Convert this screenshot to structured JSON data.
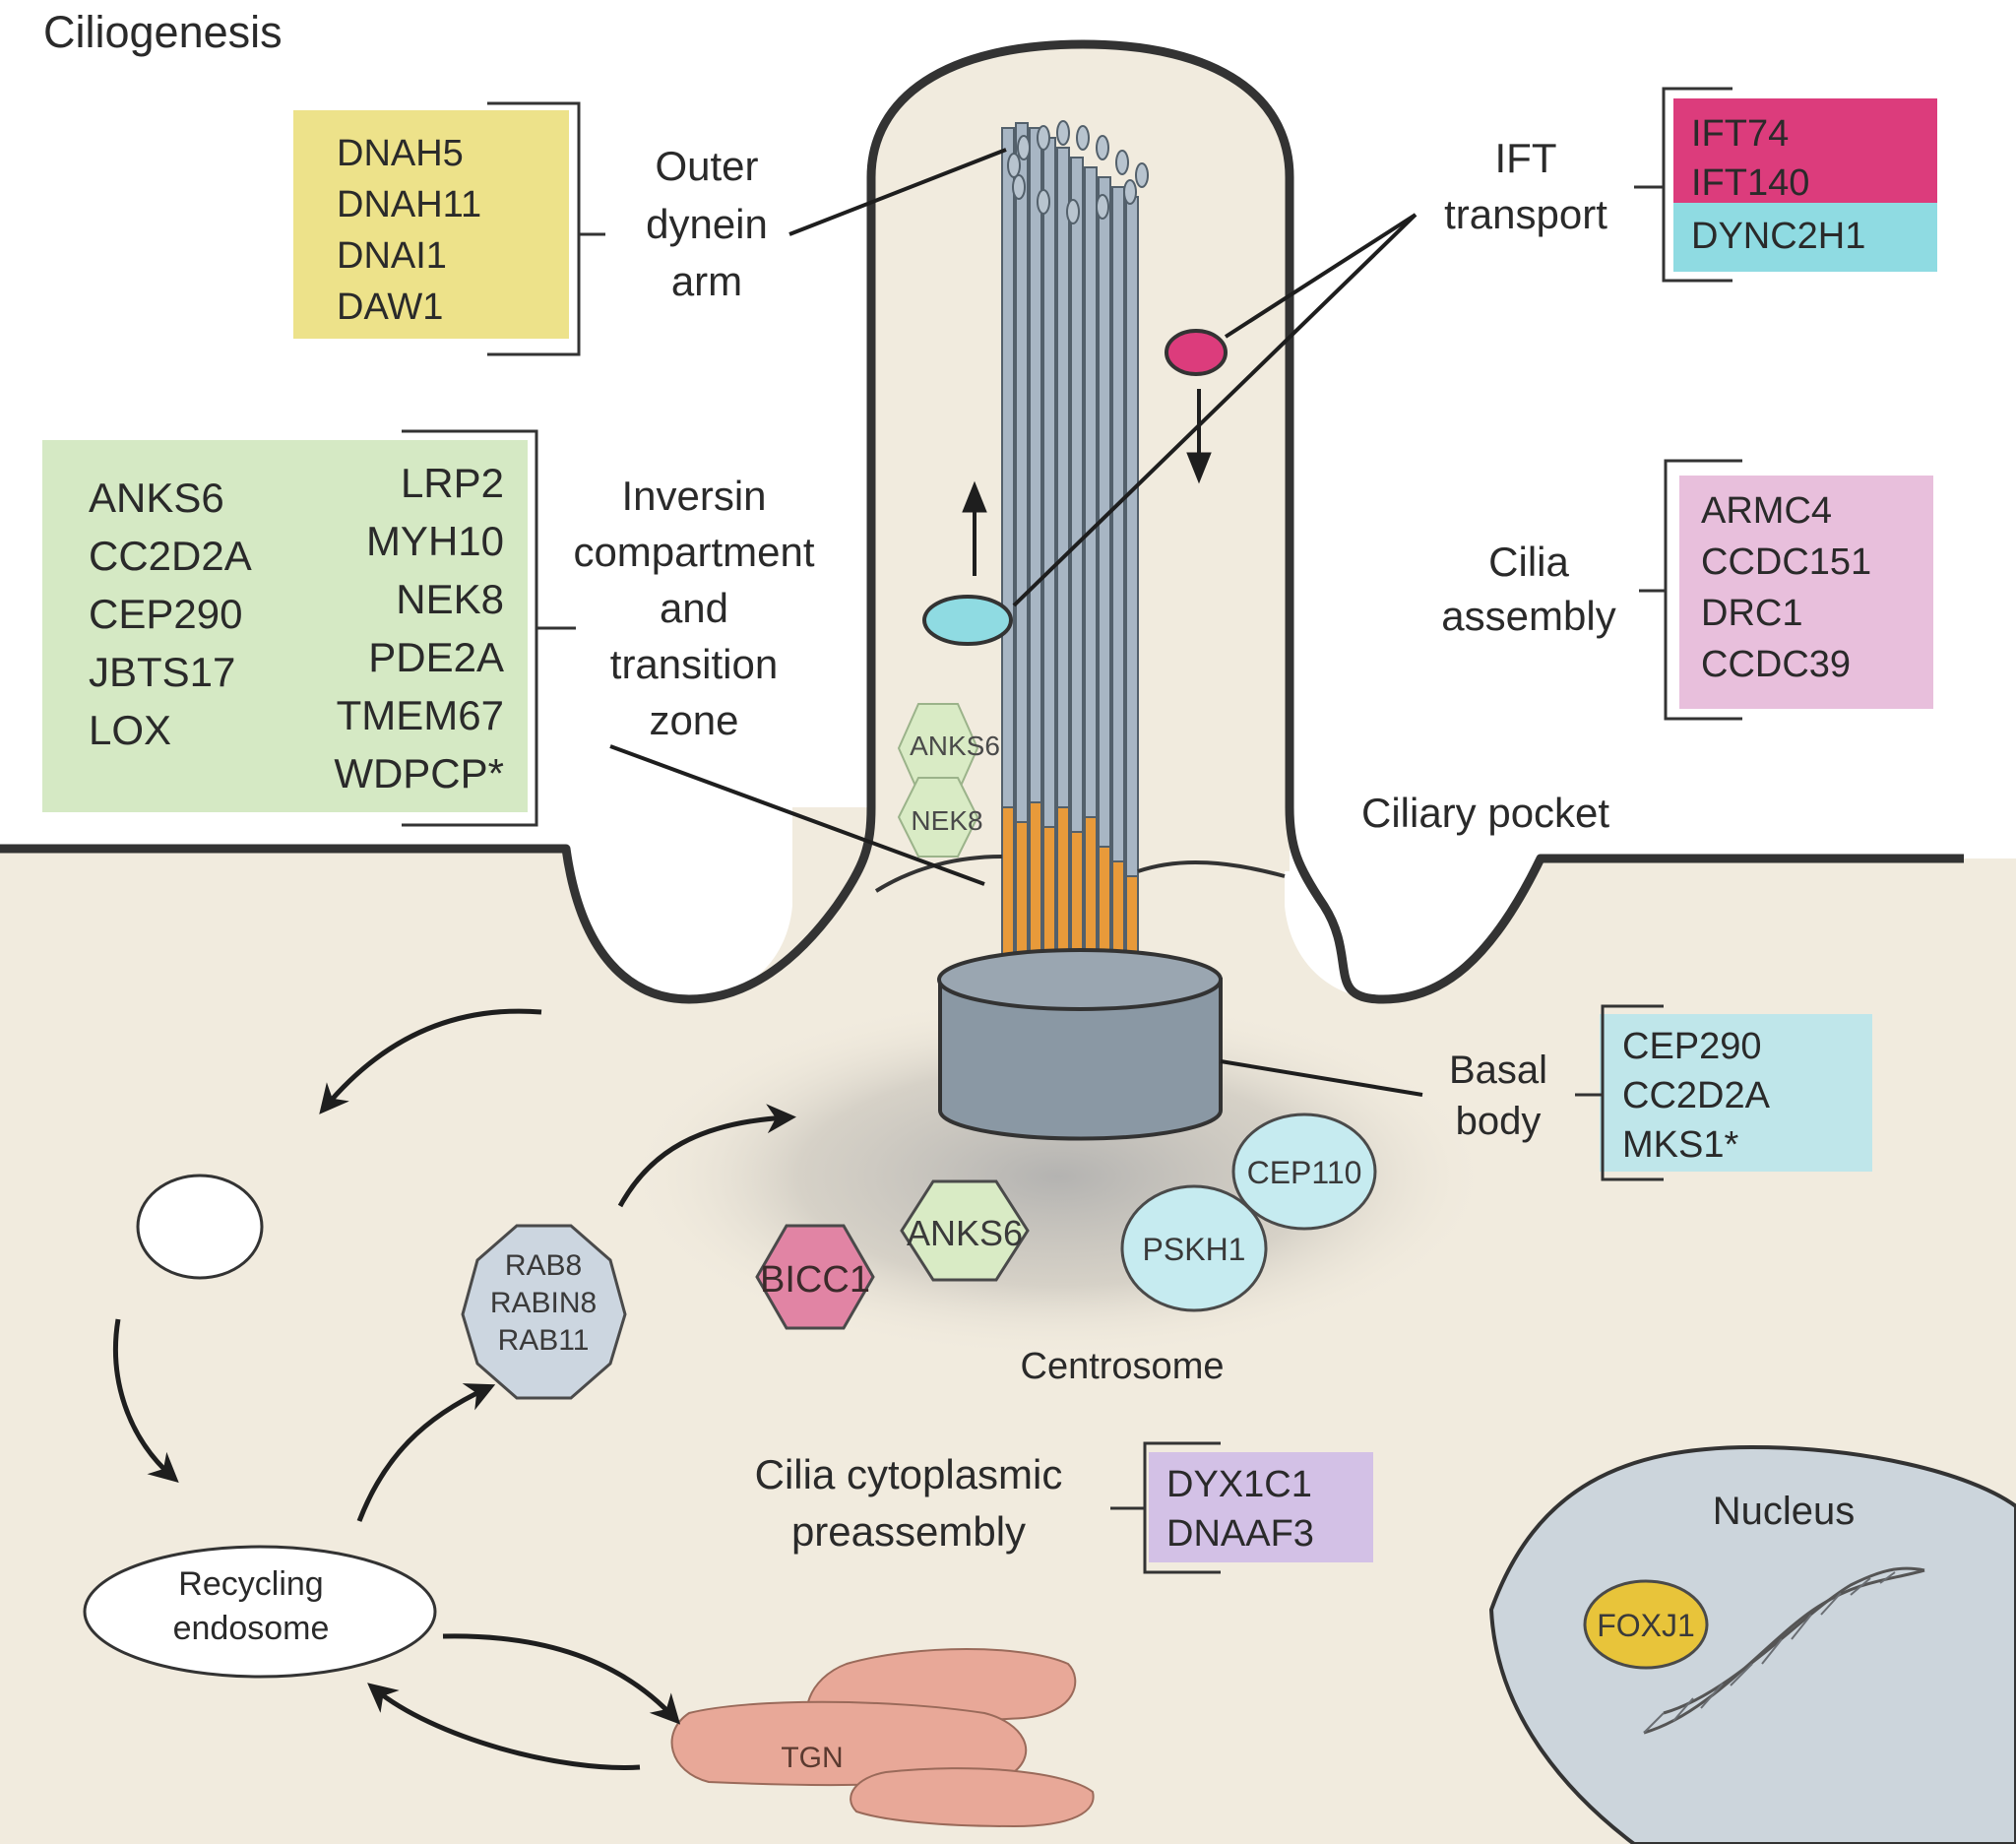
{
  "title": "Ciliogenesis",
  "colors": {
    "cell": "#f1ebde",
    "outline": "#333333",
    "dynein_box": "#ede28a",
    "inversin_box": "#d5e9c4",
    "ift_magenta": "#dc3c7c",
    "ift_cyan": "#8fdbe2",
    "assembly_box": "#e8bfdc",
    "basal_box": "#bfe6ea",
    "preassembly_box": "#d3c1e6",
    "nucleus": "#ccd5dc",
    "foxj1": "#e8c43a",
    "bicc1": "#e184a4",
    "anks6_hex": "#d9ebc5",
    "cep_oval": "#c6ebf0",
    "rab_complex": "#ccd6e0",
    "tgn": "#e8a898",
    "axoneme": "#a8b6c4",
    "transition": "#e89a3a",
    "basal_body": "#8a98a4"
  },
  "labels": {
    "outer_dynein_arm": [
      "Outer",
      "dynein",
      "arm"
    ],
    "ift_transport": [
      "IFT",
      "transport"
    ],
    "inversin": [
      "Inversin",
      "compartment",
      "and",
      "transition",
      "zone"
    ],
    "cilia_assembly": [
      "Cilia",
      "assembly"
    ],
    "ciliary_pocket": "Ciliary pocket",
    "basal_body": [
      "Basal",
      "body"
    ],
    "centrosome": "Centrosome",
    "preassembly": [
      "Cilia cytoplasmic",
      "preassembly"
    ],
    "nucleus": "Nucleus",
    "recycling_endosome": [
      "Recycling",
      "endosome"
    ],
    "tgn": "TGN"
  },
  "genes": {
    "outer_dynein_arm": [
      "DNAH5",
      "DNAH11",
      "DNAI1",
      "DAW1"
    ],
    "inversin_left": [
      "ANKS6",
      "CC2D2A",
      "CEP290",
      "JBTS17",
      "LOX"
    ],
    "inversin_right": [
      "LRP2",
      "MYH10",
      "NEK8",
      "PDE2A",
      "TMEM67",
      "WDPCP*"
    ],
    "ift_magenta": [
      "IFT74",
      "IFT140"
    ],
    "ift_cyan": [
      "DYNC2H1"
    ],
    "cilia_assembly": [
      "ARMC4",
      "CCDC151",
      "DRC1",
      "CCDC39"
    ],
    "basal_body": [
      "CEP290",
      "CC2D2A",
      "MKS1*"
    ],
    "preassembly": [
      "DYX1C1",
      "DNAAF3"
    ]
  },
  "cilium_proteins": {
    "anks6": "ANKS6",
    "nek8": "NEK8"
  },
  "centrosome_proteins": {
    "bicc1": "BICC1",
    "anks6": "ANKS6",
    "pskh1": "PSKH1",
    "cep110": "CEP110"
  },
  "rab_complex": [
    "RAB8",
    "RABIN8",
    "RAB11"
  ],
  "nucleus_factor": "FOXJ1"
}
